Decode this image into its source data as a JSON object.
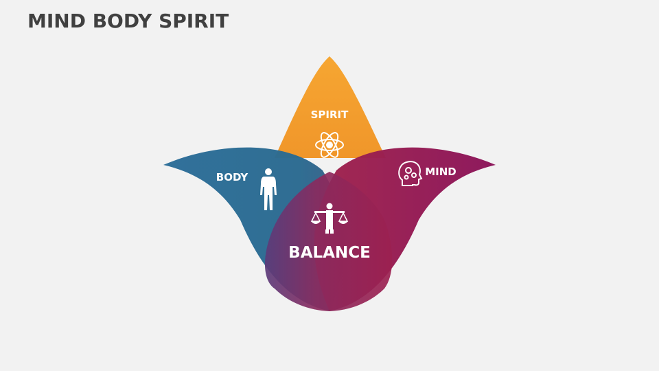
{
  "title": "MIND BODY SPIRIT",
  "labels": {
    "spirit": "SPIRIT",
    "body": "BODY",
    "mind": "MIND",
    "balance": "BALANCE"
  },
  "icons": {
    "spirit": "atom-icon",
    "body": "human-figure-icon",
    "mind": "head-gears-icon",
    "balance": "person-scales-icon"
  },
  "colors": {
    "background": "#f2f2f2",
    "title": "#404040",
    "spirit": "#f2a02b",
    "body": "#2f6d96",
    "mind": "#8e1a58",
    "balance_mid": "#9a2a52",
    "text": "#ffffff"
  }
}
